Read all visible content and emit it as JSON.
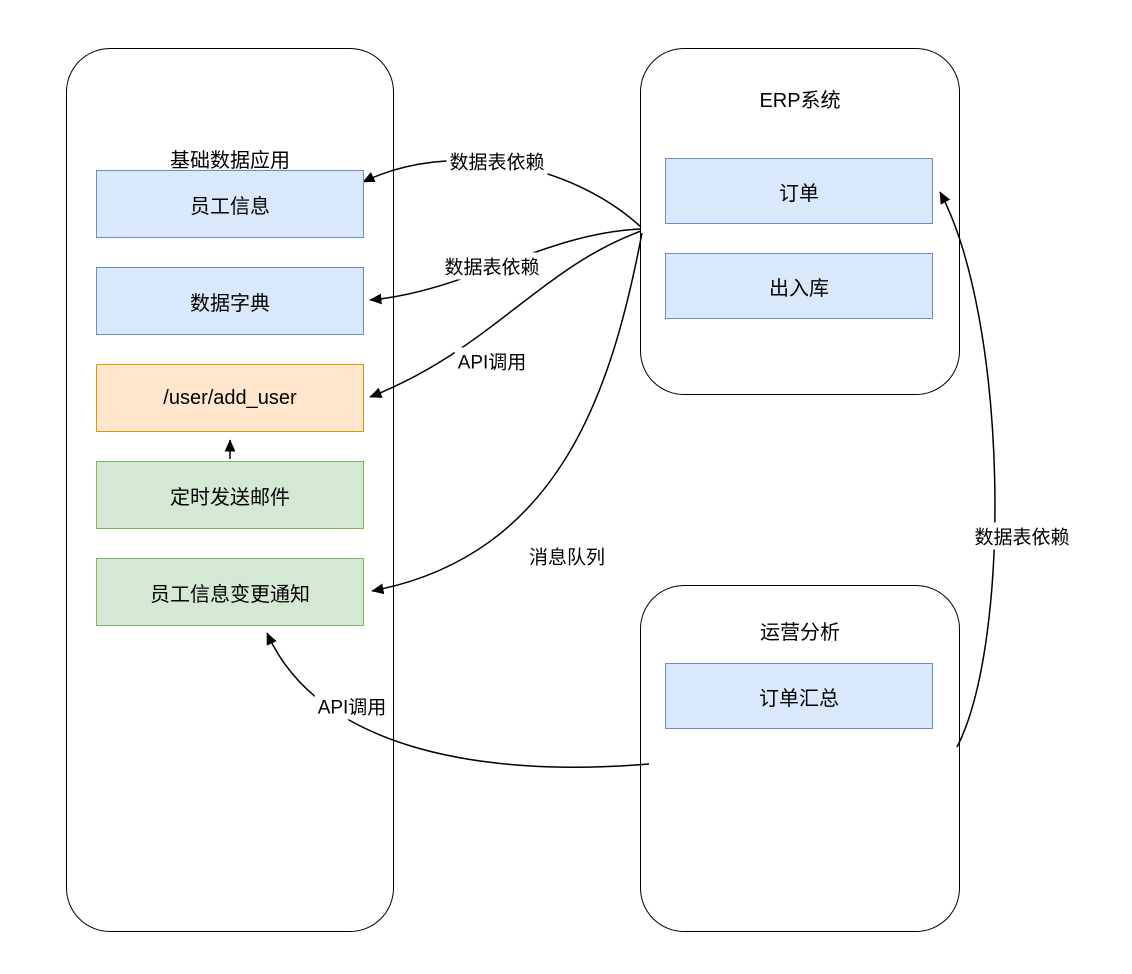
{
  "diagram": {
    "containers": {
      "base_app": {
        "title": "基础数据应用"
      },
      "erp": {
        "title": "ERP系统"
      },
      "ops": {
        "title": "运营分析"
      }
    },
    "nodes": {
      "employee_info": {
        "label": "员工信息"
      },
      "data_dict": {
        "label": "数据字典"
      },
      "add_user_api": {
        "label": "/user/add_user"
      },
      "scheduled_email": {
        "label": "定时发送邮件"
      },
      "employee_change_notice": {
        "label": "员工信息变更通知"
      },
      "orders": {
        "label": "订单"
      },
      "warehouse": {
        "label": "出入库"
      },
      "order_summary": {
        "label": "订单汇总"
      }
    },
    "edges": {
      "table_dep_1": {
        "label": "数据表依赖",
        "from": "ERP系统",
        "to": "员工信息"
      },
      "table_dep_2": {
        "label": "数据表依赖",
        "from": "ERP系统",
        "to": "数据字典"
      },
      "api_call_1": {
        "label": "API调用",
        "from": "ERP系统",
        "to": "/user/add_user"
      },
      "message_queue": {
        "label": "消息队列",
        "from": "ERP系统",
        "to": "员工信息变更通知"
      },
      "api_call_2": {
        "label": "API调用",
        "from": "运营分析",
        "to": "员工信息变更通知"
      },
      "table_dep_3": {
        "label": "数据表依赖",
        "from": "运营分析",
        "to": "订单"
      },
      "internal_call": {
        "label": "",
        "from": "定时发送邮件",
        "to": "/user/add_user"
      }
    },
    "colors": {
      "blue_fill": "#dae8fc",
      "blue_stroke": "#6c8ebf",
      "orange_fill": "#ffe6cc",
      "orange_stroke": "#d79b00",
      "green_fill": "#d5e8d4",
      "green_stroke": "#82b366",
      "line": "#000000"
    }
  }
}
